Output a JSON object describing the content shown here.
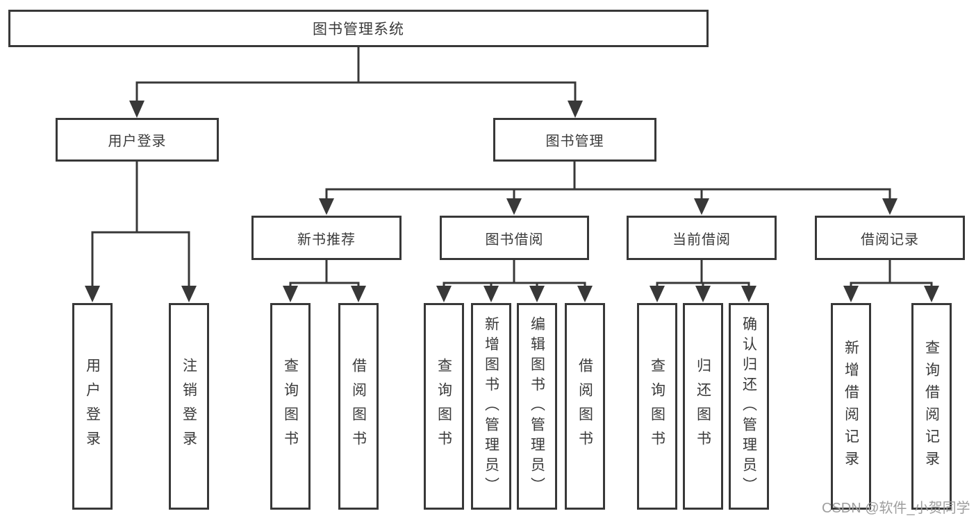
{
  "diagram": {
    "root": {
      "label": "图书管理系统"
    },
    "branches": [
      {
        "label": "用户登录"
      },
      {
        "label": "图书管理"
      }
    ],
    "modules": [
      {
        "label": "新书推荐"
      },
      {
        "label": "图书借阅"
      },
      {
        "label": "当前借阅"
      },
      {
        "label": "借阅记录"
      }
    ],
    "leaves": [
      {
        "label": "用户登录"
      },
      {
        "label": "注销登录"
      },
      {
        "label": "查询图书"
      },
      {
        "label": "借阅图书"
      },
      {
        "label": "查询图书"
      },
      {
        "label": "新增图书（管理员）"
      },
      {
        "label": "编辑图书（管理员）"
      },
      {
        "label": "借阅图书"
      },
      {
        "label": "查询图书"
      },
      {
        "label": "归还图书"
      },
      {
        "label": "确认归还（管理员）"
      },
      {
        "label": "新增借阅记录"
      },
      {
        "label": "查询借阅记录"
      }
    ]
  },
  "watermark": {
    "text": "CSDN @软件_小贺同学"
  },
  "colors": {
    "line": "#383838",
    "text": "#3a3a3a",
    "watermark": "#9e9e9e",
    "background": "#ffffff"
  }
}
